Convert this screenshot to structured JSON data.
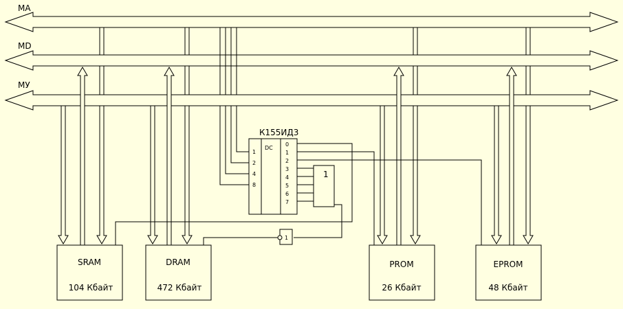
{
  "buses": [
    {
      "id": "ma",
      "label": "МА"
    },
    {
      "id": "md",
      "label": "MD"
    },
    {
      "id": "mu",
      "label": "МУ"
    }
  ],
  "decoder": {
    "name": "К155ИД3",
    "tag": "DC",
    "inputs": [
      "1",
      "2",
      "4",
      "8"
    ],
    "outputs": [
      "0",
      "1",
      "2",
      "3",
      "4",
      "5",
      "6",
      "7"
    ]
  },
  "or_gate": {
    "label": "1"
  },
  "inverter": {
    "label": "1"
  },
  "memories": {
    "sram": {
      "name": "SRAM",
      "size": "104 Кбайт"
    },
    "dram": {
      "name": "DRAM",
      "size": "472 Кбайт"
    },
    "prom": {
      "name": "PROM",
      "size": "26 Кбайт"
    },
    "eprom": {
      "name": "EPROM",
      "size": "48 Кбайт"
    }
  },
  "colors": {
    "background": "#ffffe1",
    "line": "#000000"
  }
}
